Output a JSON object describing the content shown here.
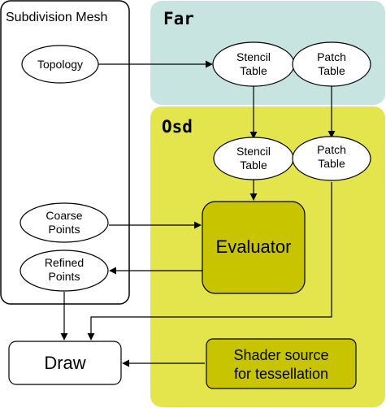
{
  "regions": {
    "subdivision_mesh": {
      "title": "Subdivision Mesh"
    },
    "far": {
      "title": "Far",
      "fill": "#c8e4e1"
    },
    "osd": {
      "title": "Osd",
      "fill": "#e4e44c"
    }
  },
  "nodes": {
    "topology": {
      "lines": [
        "Topology"
      ]
    },
    "far_stencil_table": {
      "lines": [
        "Stencil",
        "Table"
      ]
    },
    "far_patch_table": {
      "lines": [
        "Patch",
        "Table"
      ]
    },
    "osd_stencil_table": {
      "lines": [
        "Stencil",
        "Table"
      ]
    },
    "osd_patch_table": {
      "lines": [
        "Patch",
        "Table"
      ]
    },
    "coarse_points": {
      "lines": [
        "Coarse",
        "Points"
      ]
    },
    "refined_points": {
      "lines": [
        "Refined",
        "Points"
      ]
    },
    "evaluator": {
      "lines": [
        "Evaluator"
      ],
      "fill": "#c8c400"
    },
    "draw": {
      "lines": [
        "Draw"
      ]
    },
    "shader_source": {
      "lines": [
        "Shader source",
        "for tessellation"
      ],
      "fill": "#c8c400"
    }
  }
}
